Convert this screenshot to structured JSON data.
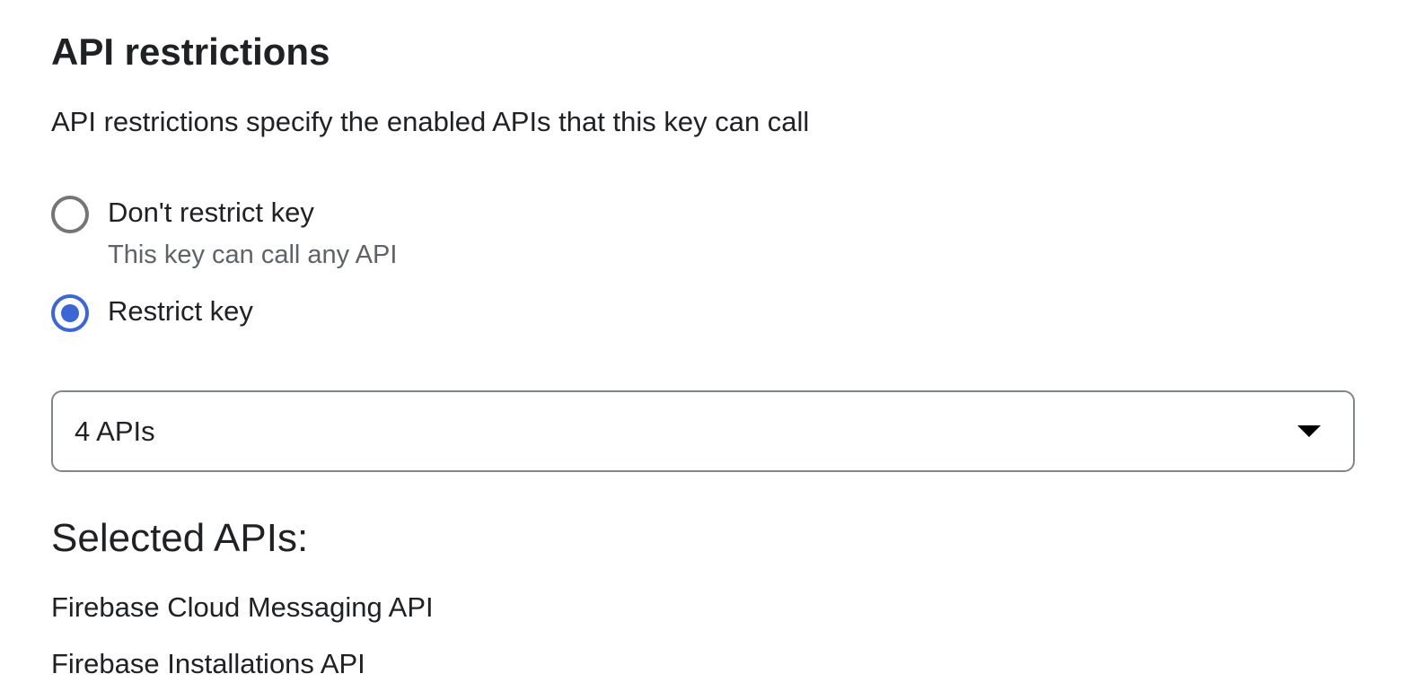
{
  "section": {
    "title": "API restrictions",
    "description": "API restrictions specify the enabled APIs that this key can call"
  },
  "options": [
    {
      "label": "Don't restrict key",
      "sublabel": "This key can call any API",
      "selected": false
    },
    {
      "label": "Restrict key",
      "selected": true
    }
  ],
  "dropdown": {
    "value": "4 APIs"
  },
  "selected_apis": {
    "heading": "Selected APIs:",
    "items": [
      "Firebase Cloud Messaging API",
      "Firebase Installations API"
    ]
  },
  "colors": {
    "accent": "#3b66d4",
    "radio_off": "#757575"
  }
}
